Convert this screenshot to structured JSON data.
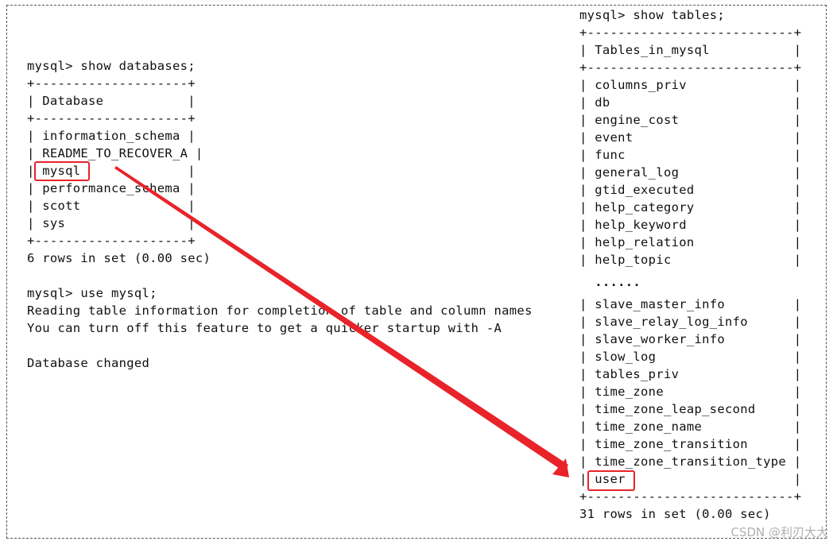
{
  "left_terminal": {
    "lines": [
      "mysql> show databases;",
      "+--------------------+",
      "| Database           |",
      "+--------------------+",
      "| information_schema |",
      "| README_TO_RECOVER_A |",
      "| mysql              |",
      "| performance_schema |",
      "| scott              |",
      "| sys                |",
      "+--------------------+",
      "6 rows in set (0.00 sec)",
      "",
      "mysql> use mysql;",
      "Reading table information for completion of table and column names",
      "You can turn off this feature to get a quicker startup with -A",
      "",
      "Database changed"
    ]
  },
  "right_terminal": {
    "top_lines": [
      "mysql> show tables;",
      "+---------------------------+",
      "| Tables_in_mysql           |",
      "+---------------------------+",
      "| columns_priv              |",
      "| db                        |",
      "| engine_cost               |",
      "| event                     |",
      "| func                      |",
      "| general_log               |",
      "| gtid_executed             |",
      "| help_category             |",
      "| help_keyword              |",
      "| help_relation             |",
      "| help_topic                |"
    ],
    "ellipsis": "  ......",
    "bottom_lines": [
      "| slave_master_info         |",
      "| slave_relay_log_info      |",
      "| slave_worker_info         |",
      "| slow_log                  |",
      "| tables_priv               |",
      "| time_zone                 |",
      "| time_zone_leap_second     |",
      "| time_zone_name            |",
      "| time_zone_transition      |",
      "| time_zone_transition_type |",
      "| user                      |",
      "+---------------------------+",
      "31 rows in set (0.00 sec)"
    ]
  },
  "annotations": {
    "highlight_color": "#e8232a",
    "arrow_color": "#e8232a"
  },
  "watermark": "CSDN @利刃大大"
}
